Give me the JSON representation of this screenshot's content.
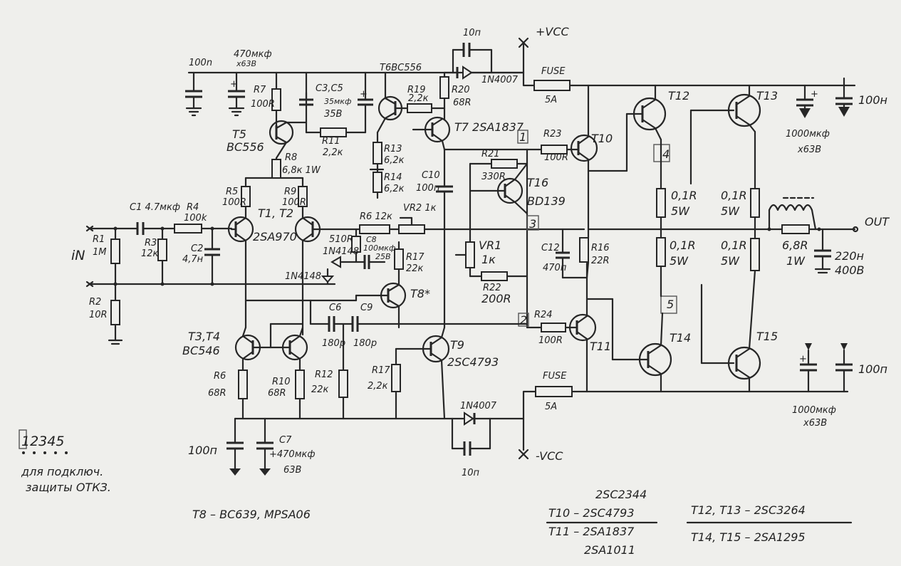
{
  "labels": {
    "vcc_pos": "+VCC",
    "vcc_neg": "-VCC",
    "in": "iN",
    "out": "OUT",
    "c_top_left": "100n",
    "c_top_bulk": "470мкф",
    "c_top_bulk_v": "х63В",
    "c_top_right": "100н",
    "c_top_right_bulk": "1000мкф",
    "c_top_right_bulk_v": "х63В",
    "c_bot_left": "100п",
    "c7": "C7",
    "c7_val": "+470мкф",
    "c7_v": "63В",
    "c_bot_right": "100п",
    "c_bot_right_bulk": "1000мкф",
    "c_bot_right_bulk_v": "х63В",
    "r1": "R1",
    "r1v": "1M",
    "r2": "R2",
    "r2v": "10R",
    "c1": "C1 4.7мкф",
    "r3": "R3",
    "r3v": "12к",
    "r4": "R4",
    "r4v": "100k",
    "c2": "C2",
    "c2v": "4,7н",
    "r5": "R5",
    "r5v": "100R",
    "r9": "R9",
    "r9v": "100R",
    "t1t2": "T1, T2",
    "t1t2v": "2SA970",
    "r7": "R7",
    "r7v": "100R",
    "c3c5": "C3,C5",
    "c3c5v": "35мкф",
    "c3c5vv": "35В",
    "t5": "T5",
    "t5v": "BC556",
    "r8": "R8",
    "r8v": "6,8к 1W",
    "r11": "R11",
    "r11v": "2,2к",
    "r13": "R13",
    "r13v": "6,2к",
    "r14": "R14",
    "r14v": "6,2к",
    "t6": "T6 BC556",
    "r19": "R19",
    "r19v": "2,2к",
    "r20": "R20",
    "r20v": "68R",
    "t7": "T7 2SA1837",
    "c10": "C10",
    "c10v": "100п",
    "r6r12": "R6 12к",
    "vr2": "VR2 1к",
    "r510": "510R",
    "d_1n4148": "1N4148",
    "c8": "C8",
    "c8v": "100мкф",
    "c8vv": "25В",
    "d_1n4148b": "1N4148",
    "r17a": "R17",
    "r17av": "22к",
    "t8": "T8*",
    "r21": "R21",
    "r21v": "330R",
    "t16": "T16",
    "t16v": "BD139",
    "vr1": "VR1",
    "vr1v": "1к",
    "r22": "R22",
    "r22v": "200R",
    "c12": "C12",
    "c12v": "470п",
    "r16": "R16",
    "r16v": "22R",
    "r23": "R23",
    "r23v": "100R",
    "r24": "R24",
    "r24v": "100R",
    "t10": "T10",
    "t11": "T11",
    "t12": "T12",
    "t13": "T13",
    "t14": "T14",
    "t15": "T15",
    "fuse": "FUSE",
    "fuse_v": "5A",
    "d_top": "1N4007",
    "d_bot": "1N4007",
    "c_top_10n": "10п",
    "c_bot_10n": "10п",
    "t6_t7_top": "T6BC556",
    "re1": "0,1R",
    "re1w": "5W",
    "re2": "0,1R",
    "re2w": "5W",
    "re3": "0,1R",
    "re3w": "5W",
    "re4": "0,1R",
    "re4w": "5W",
    "ro": "6,8R",
    "row": "1W",
    "co": "220н",
    "cov": "400В",
    "t3t4": "T3,T4",
    "t3t4v": "BC546",
    "r6": "R6",
    "r6v": "68R",
    "r10": "R10",
    "r10v": "68R",
    "c6": "C6",
    "c6v": "180р",
    "c9": "C9",
    "c9v": "180р",
    "r12": "R12",
    "r12v": "22к",
    "r17b": "R17",
    "r17bv": "2,2к",
    "t9": "T9",
    "t9v": "2SC4793",
    "n1": "1",
    "n2": "2",
    "n3": "3",
    "n4": "4",
    "n5": "5",
    "connector": "12345",
    "note1": "для подключ.",
    "note2": "защиты ОТКЗ.",
    "t8_note": "T8 – BC639, MPSA06",
    "t10_alt": "2SC2344",
    "t10_main": "T10 – 2SC4793",
    "t11_main": "T11 – 2SA1837",
    "t11_alt": "2SA1011",
    "t12_13": "T12, T13 – 2SC3264",
    "t14_15": "T14, T15 – 2SA1295"
  }
}
